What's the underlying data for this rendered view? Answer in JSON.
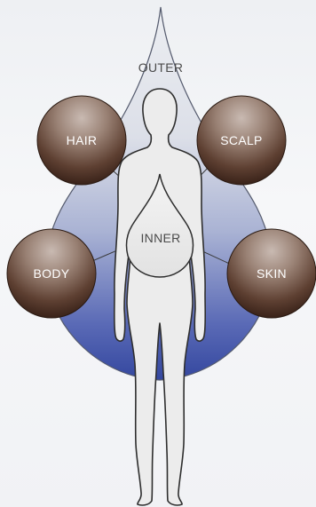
{
  "labels": {
    "outer": "OUTER",
    "inner": "INNER",
    "hair": "HAIR",
    "scalp": "SCALP",
    "body": "BODY",
    "skin": "SKIN"
  },
  "colors": {
    "background": "#f2f3f6",
    "drop_top": "#e9ebef",
    "drop_bottom": "#3b4fa6",
    "circle_light": "#b9a89f",
    "circle_dark": "#3a2218",
    "figure_fill": "#ececec",
    "figure_stroke": "#333333",
    "label_color": "#ffffff",
    "outer_label_color": "#444444"
  }
}
